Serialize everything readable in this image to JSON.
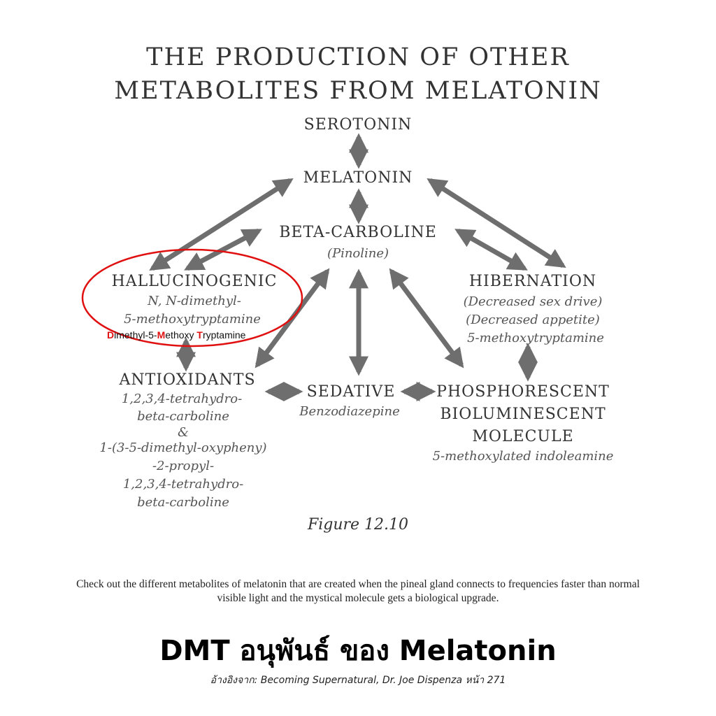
{
  "diagram": {
    "title_line1": "THE PRODUCTION OF OTHER",
    "title_line2": "METABOLITES FROM MELATONIN",
    "serotonin": "SEROTONIN",
    "melatonin": "MELATONIN",
    "beta_carboline": {
      "name": "BETA-CARBOLINE",
      "sub": "(Pinoline)"
    },
    "hallucinogenic": {
      "name": "HALLUCINOGENIC",
      "sub1": "N, N-dimethyl-",
      "sub2": "5-methoxytryptamine",
      "annotation": {
        "d": "D",
        "part1": "imethyl-5-",
        "m": "M",
        "part2": "ethoxy ",
        "t": "T",
        "part3": "ryptamine"
      }
    },
    "hibernation": {
      "name": "HIBERNATION",
      "sub1": "(Decreased sex drive)",
      "sub2": "(Decreased appetite)",
      "sub3": "5-methoxytryptamine"
    },
    "antioxidants": {
      "name": "ANTIOXIDANTS",
      "lines": [
        "1,2,3,4-tetrahydro-",
        "beta-carboline",
        "&",
        "1-(3-5-dimethyl-oxypheny)",
        "-2-propyl-",
        "1,2,3,4-tetrahydro-",
        "beta-carboline"
      ]
    },
    "sedative": {
      "name": "SEDATIVE",
      "sub": "Benzodiazepine"
    },
    "phosphorescent": {
      "line1": "PHOSPHORESCENT",
      "line2": "BIOLUMINESCENT",
      "line3": "MOLECULE",
      "sub": "5-methoxylated indoleamine"
    },
    "figure_label": "Figure 12.10",
    "colors": {
      "arrow": "#6e6e6e",
      "highlight_circle": "#e01010",
      "highlight_letters": "#e01010"
    }
  },
  "caption": "Check out the different metabolites of melatonin that are created when the pineal gland connects to frequencies faster than normal visible light and the mystical molecule gets a biological upgrade.",
  "heading": "DMT อนุพันธ์ ของ Melatonin",
  "reference": "อ้างอิงจาก: Becoming Supernatural, Dr. Joe Dispenza หน้า 271"
}
